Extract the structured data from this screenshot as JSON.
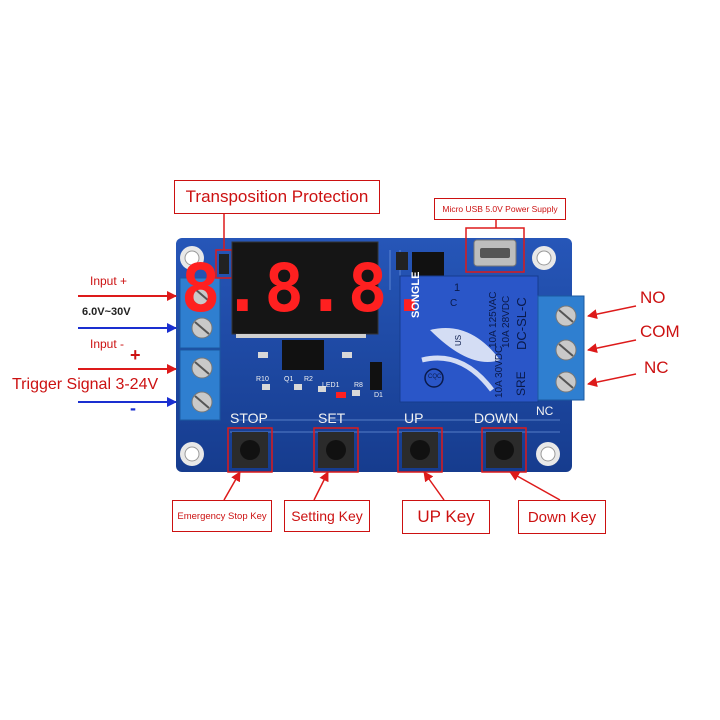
{
  "callouts": {
    "transposition": "Transposition Protection",
    "usb_power": "Micro USB 5.0V Power Supply",
    "emergency_stop": "Emergency Stop Key",
    "setting": "Setting Key",
    "up": "UP Key",
    "down": "Down Key"
  },
  "left_labels": {
    "input_plus": "Input +",
    "voltage_range": "6.0V~30V",
    "input_minus": "Input -",
    "trigger_plus": "+",
    "trigger_signal": "Trigger Signal 3-24V",
    "trigger_minus": "-"
  },
  "right_labels": {
    "no": "NO",
    "com": "COM",
    "nc": "NC"
  },
  "board": {
    "display_digits": "8.8.8.",
    "btn_stop": "STOP",
    "btn_set": "SET",
    "btn_up": "UP",
    "btn_down": "DOWN",
    "nc_mark": "NC",
    "r10": "R10",
    "q1": "Q1",
    "r2": "R2",
    "led1": "LED1",
    "r8": "R8",
    "d1": "D1"
  },
  "relay": {
    "brand": "SONGLE",
    "rating_ac": "10A 125VAC",
    "rating_dc": "10A 28VDC",
    "rating_dc2": "10A 30VDC",
    "model": "DC-SL-C",
    "sre": "SRE",
    "cqc": "CQC",
    "us": "US",
    "c_mark": "C",
    "one": "1"
  },
  "colors": {
    "pcb": "#1f4aa8",
    "terminal": "#2f7fd0",
    "relay_body": "#2a56c8",
    "callout_red": "#cc1111",
    "label_blue": "#1a2fd0",
    "led_red": "#ff2020"
  }
}
